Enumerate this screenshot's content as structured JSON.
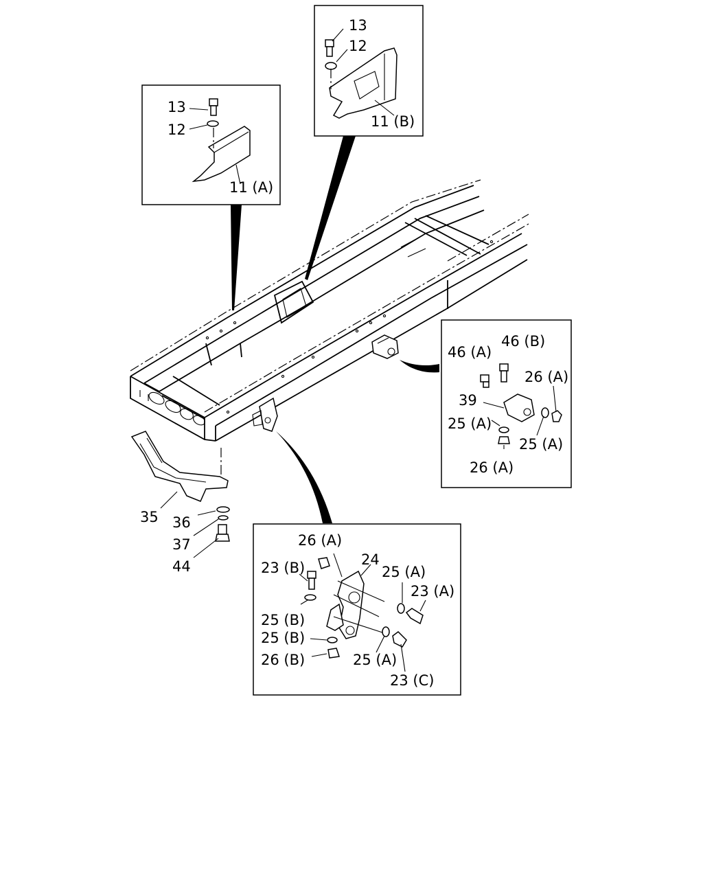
{
  "insets": {
    "a": {
      "labels": [
        "13",
        "12",
        "11 (A)"
      ]
    },
    "b": {
      "labels": [
        "13",
        "12",
        "11 (B)"
      ]
    },
    "c": {
      "labels": [
        "46 (A)",
        "46 (B)",
        "26 (A)",
        "39",
        "25 (A)",
        "25 (A)",
        "26 (A)"
      ]
    },
    "d": {
      "labels": [
        "26 (A)",
        "24",
        "23 (B)",
        "25 (A)",
        "23 (A)",
        "25 (B)",
        "25 (B)",
        "25 (A)",
        "26 (B)",
        "23 (C)"
      ]
    }
  },
  "main": {
    "labels": [
      "35",
      "36",
      "37",
      "44"
    ]
  }
}
